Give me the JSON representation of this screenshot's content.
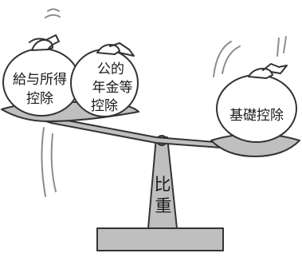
{
  "left_pan": {
    "bag_1": {
      "line_1": "給与所得",
      "line_2": "控除"
    },
    "bag_2": {
      "line_1": "公的",
      "line_2": "年金等",
      "line_3": "控除"
    }
  },
  "right_pan": {
    "bag_1": {
      "line_1": "基礎控除"
    }
  },
  "fulcrum": {
    "label_line_1": "比",
    "label_line_2": "重"
  },
  "colors": {
    "outline": "#333333",
    "gray_fill": "#bfbfbf",
    "bag_fill": "#ffffff",
    "motion_lines": "#8c8c8c"
  }
}
